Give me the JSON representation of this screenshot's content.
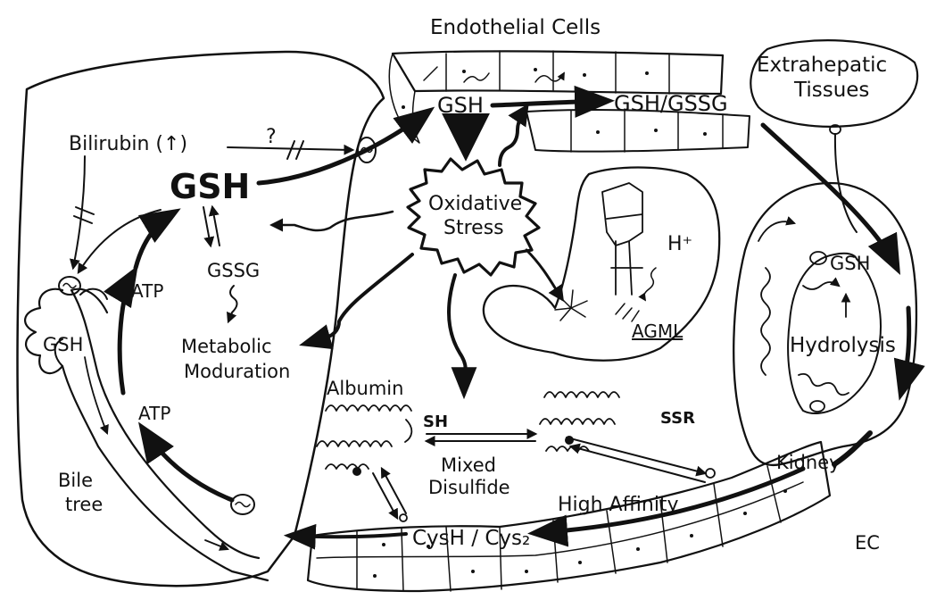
{
  "labels": {
    "endothelial_cells": "Endothelial Cells",
    "extrahepatic_tissues_line1": "Extrahepatic",
    "extrahepatic_tissues_line2": "Tissues",
    "gsh_endothelial": "GSH",
    "gsh_gssg": "GSH/GSSG",
    "bilirubin": "Bilirubin (↑)",
    "question_mark": "?",
    "gsh_liver": "GSH",
    "oxidative": "Oxidative",
    "stress": "Stress",
    "h_plus": "H⁺",
    "agml": "AGML",
    "gssg": "GSSG",
    "atp_upper": "ATP",
    "gsh_bile": "GSH",
    "metabolic": "Metabolic",
    "moduration": "Moduration",
    "albumin": "Albumin",
    "sh": "SH",
    "ssr": "SSR",
    "mixed": "Mixed",
    "disulfide": "Disulfide",
    "gsh_kidney": "GSH",
    "hydrolysis": "Hydrolysis",
    "kidney": "Kidney",
    "atp_lower": "ATP",
    "bile": "Bile",
    "tree": "tree",
    "high_affinity": "High Affinity",
    "cysh_cys2": "CysH / Cys₂",
    "ec": "EC"
  },
  "colors": {
    "ink": "#111111",
    "background": "#ffffff"
  }
}
